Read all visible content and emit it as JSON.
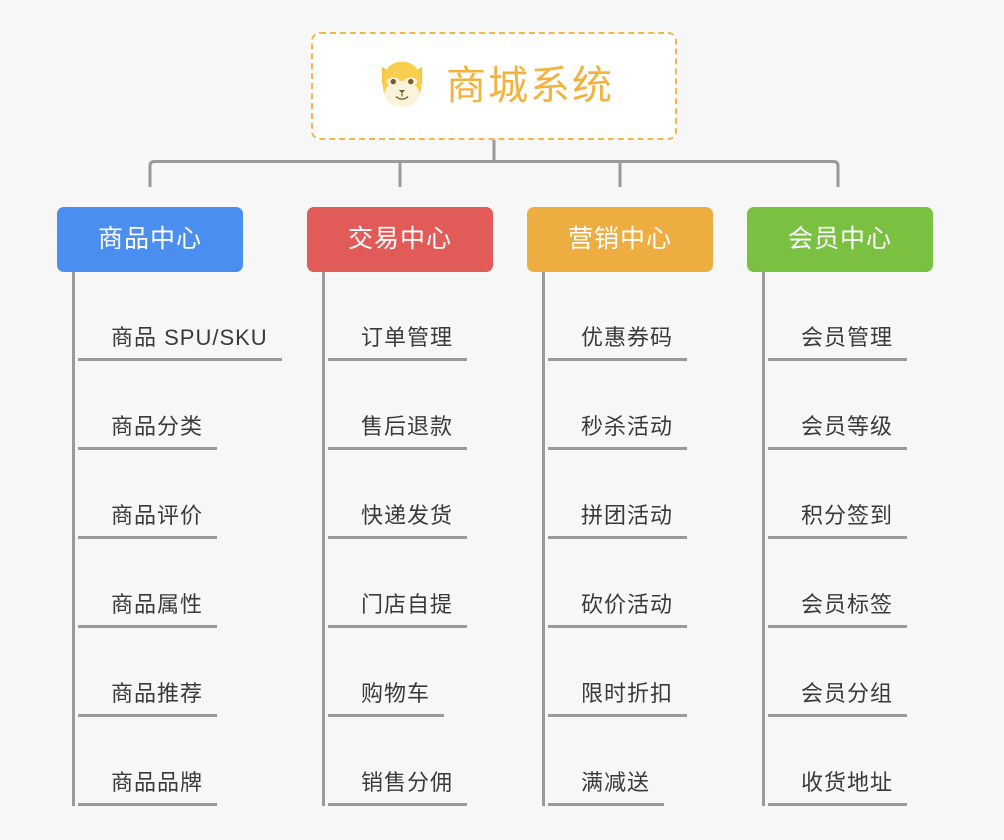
{
  "diagram": {
    "type": "mind-map",
    "background_color": "#f7f7f7",
    "connector_color": "#9a9a9a",
    "root": {
      "title": "商城系统",
      "icon": "shiba-dog-emoji",
      "text_color": "#f2b23e",
      "border_color": "#f2b748",
      "background_color": "#ffffff"
    },
    "categories": [
      {
        "label": "商品中心",
        "color": "#4a8ef0",
        "items": [
          "商品 SPU/SKU",
          "商品分类",
          "商品评价",
          "商品属性",
          "商品推荐",
          "商品品牌"
        ]
      },
      {
        "label": "交易中心",
        "color": "#e15c58",
        "items": [
          "订单管理",
          "售后退款",
          "快递发货",
          "门店自提",
          "购物车",
          "销售分佣"
        ]
      },
      {
        "label": "营销中心",
        "color": "#eead41",
        "items": [
          "优惠券码",
          "秒杀活动",
          "拼团活动",
          "砍价活动",
          "限时折扣",
          "满减送"
        ]
      },
      {
        "label": "会员中心",
        "color": "#7ac142",
        "items": [
          "会员管理",
          "会员等级",
          "积分签到",
          "会员标签",
          "会员分组",
          "收货地址"
        ]
      }
    ]
  }
}
